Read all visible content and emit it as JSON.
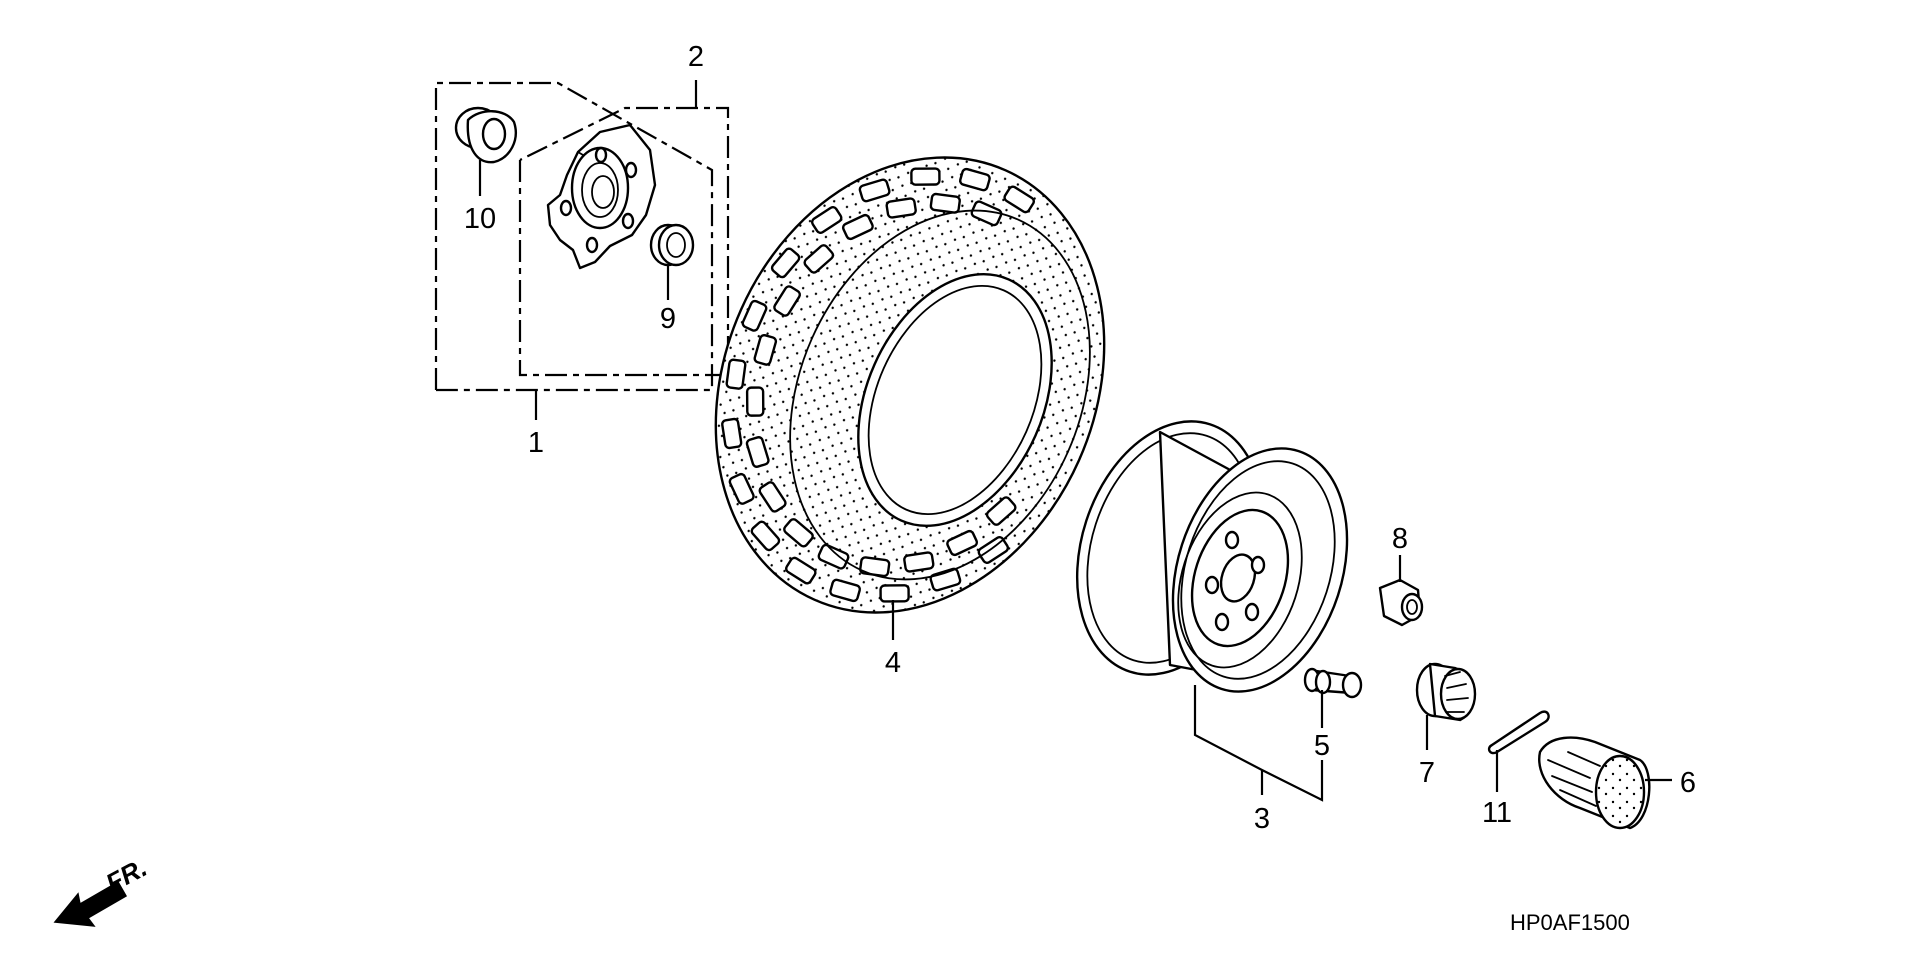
{
  "diagram": {
    "callouts": [
      {
        "id": "1",
        "text": "1"
      },
      {
        "id": "2",
        "text": "2"
      },
      {
        "id": "3",
        "text": "3"
      },
      {
        "id": "4",
        "text": "4"
      },
      {
        "id": "5",
        "text": "5"
      },
      {
        "id": "6",
        "text": "6"
      },
      {
        "id": "7",
        "text": "7"
      },
      {
        "id": "8",
        "text": "8"
      },
      {
        "id": "9",
        "text": "9"
      },
      {
        "id": "10",
        "text": "10"
      },
      {
        "id": "11",
        "text": "11"
      }
    ],
    "front_indicator": "FR.",
    "diagram_code": "HP0AF1500"
  }
}
